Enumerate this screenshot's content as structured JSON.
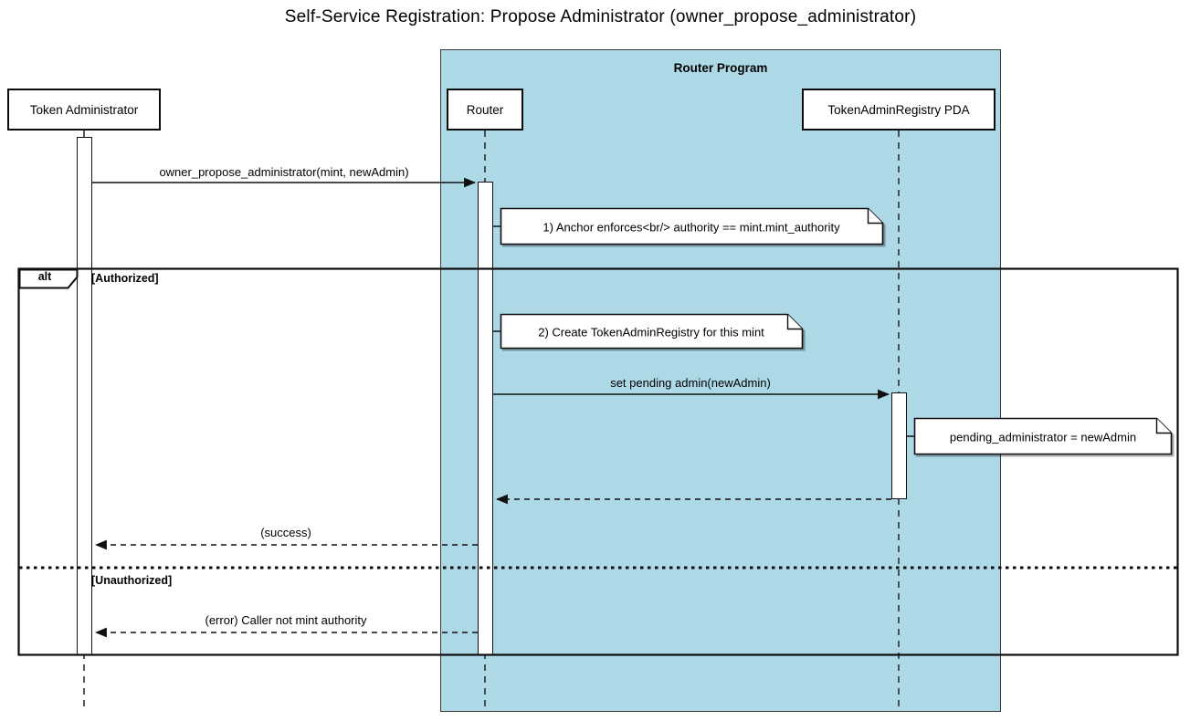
{
  "title": "Self-Service Registration: Propose Administrator (owner_propose_administrator)",
  "container": {
    "label": "Router Program"
  },
  "participants": {
    "token_administrator": "Token Administrator",
    "router": "Router",
    "token_admin_registry_pda": "TokenAdminRegistry PDA"
  },
  "messages": {
    "propose": "owner_propose_administrator(mint, newAdmin)",
    "set_pending": "set pending admin(newAdmin)",
    "success": "(success)",
    "error": "(error) Caller not mint authority"
  },
  "notes": {
    "note1": "1) Anchor enforces<br/> authority == mint.mint_authority",
    "note2": "2) Create TokenAdminRegistry for this mint",
    "note3": "pending_administrator = newAdmin"
  },
  "alt": {
    "operator": "alt",
    "authorized_condition": "[Authorized]",
    "unauthorized_condition": "[Unauthorized]"
  },
  "colors": {
    "container_fill": "#ADD8E6",
    "line": "#111111",
    "note_fill": "#FFFFFF"
  }
}
